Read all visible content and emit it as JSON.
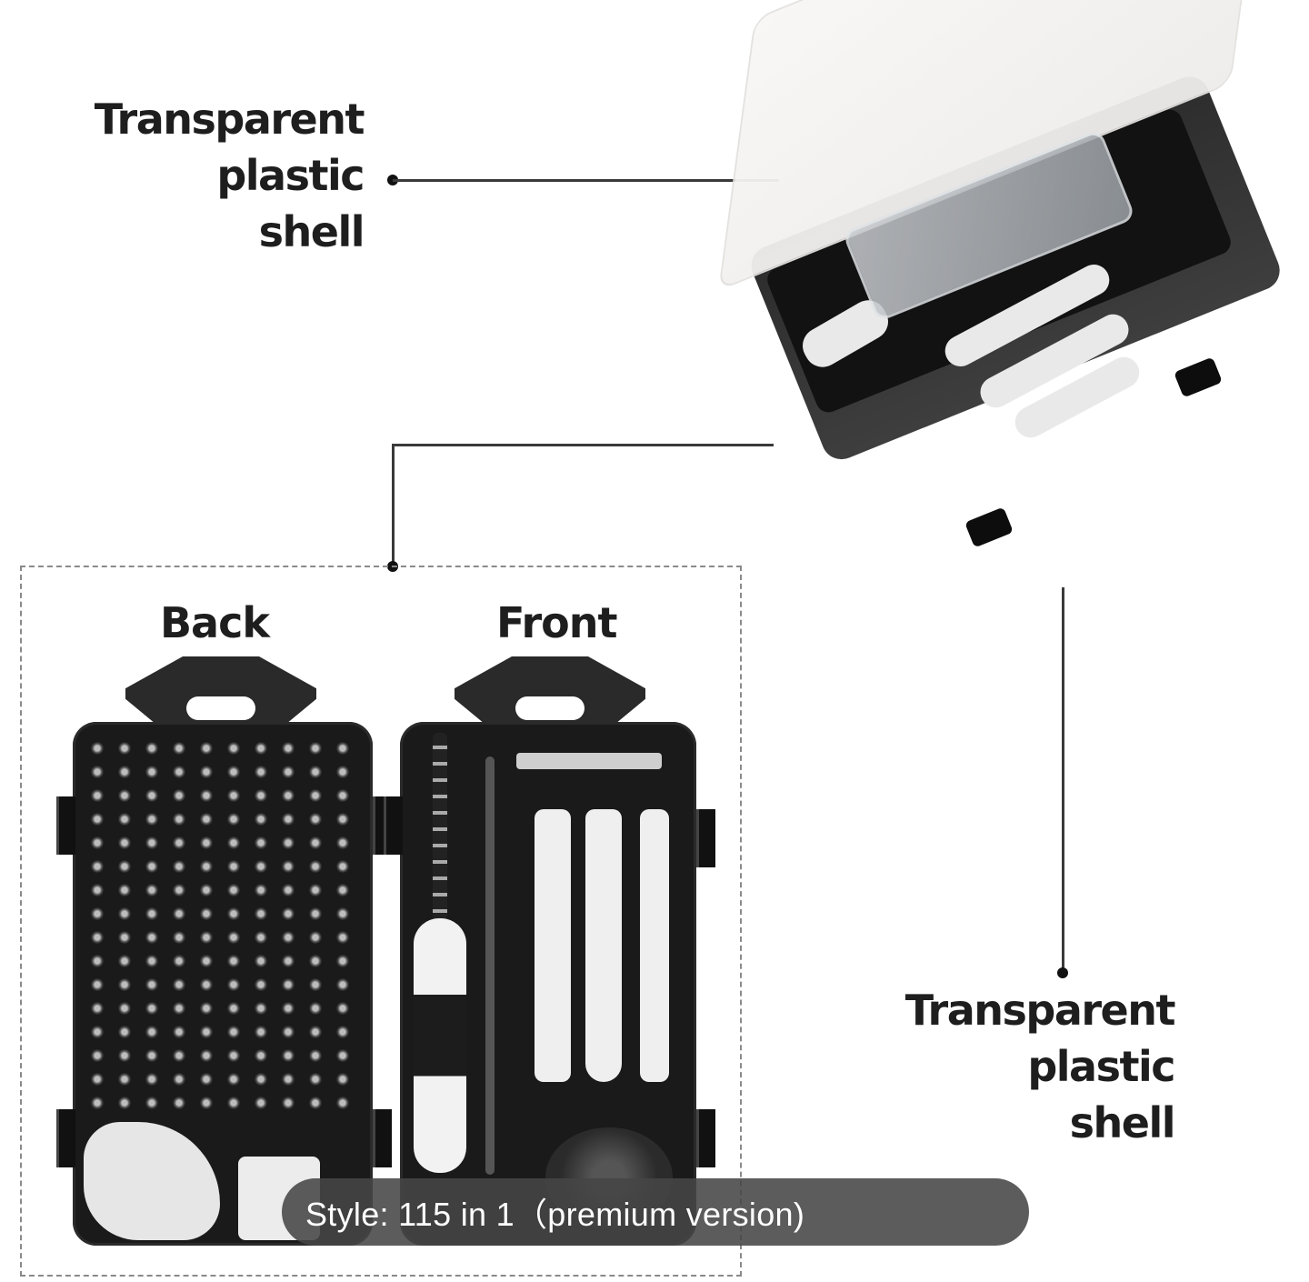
{
  "callouts": {
    "top": {
      "line1": "Transparent",
      "line2": "plastic",
      "line3": "shell"
    },
    "bottom": {
      "line1": "Transparent",
      "line2": "plastic",
      "line3": "shell"
    }
  },
  "panels": {
    "back_label": "Back",
    "front_label": "Front"
  },
  "style_badge": {
    "text": "Style: 115 in 1（premium version)"
  },
  "colors": {
    "case": "#1a1a1a",
    "text": "#1e1e1e",
    "pill": "#464646",
    "background": "#ffffff"
  }
}
